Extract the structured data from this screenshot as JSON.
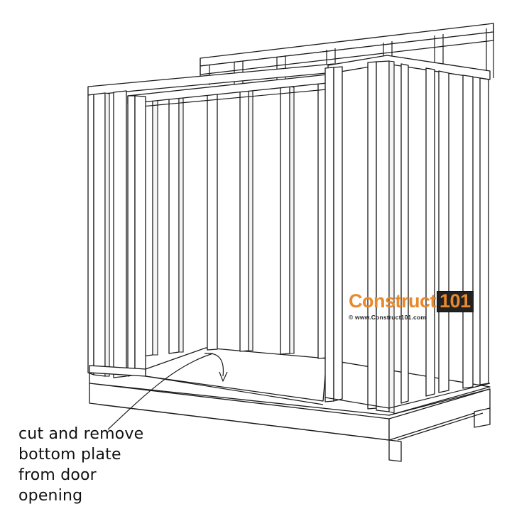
{
  "logo": {
    "brand_text": "Construct",
    "brand_number": "101",
    "url": "© www.Construct101.com",
    "brand_color": "#e8892c",
    "number_bg": "#222222"
  },
  "annotation": {
    "lines": [
      "cut and remove",
      "bottom plate",
      "from door",
      "opening"
    ]
  },
  "colors": {
    "line": "#1a1a1a",
    "background": "#ffffff"
  }
}
